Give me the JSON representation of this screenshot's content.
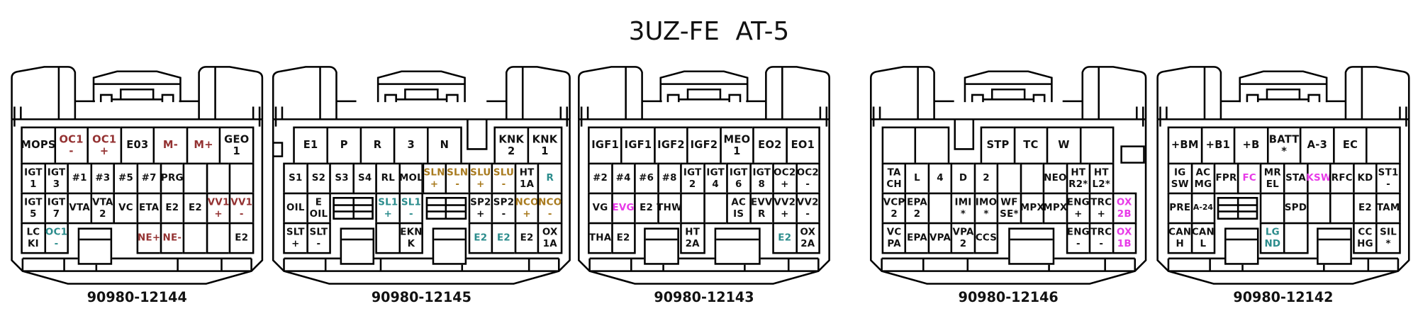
{
  "title": "3UZ-FE  AT-5",
  "colors": {
    "black": "#111111",
    "red": "#943232",
    "teal": "#2b8c8c",
    "gold": "#a87a1e",
    "magenta": "#e83ae8"
  },
  "connectors": [
    {
      "part_number": "90980-12144",
      "rows": [
        [
          "MOPS",
          {
            "t": "OC1\n-",
            "c": "red"
          },
          {
            "t": "OC1\n+",
            "c": "red"
          },
          "E03",
          {
            "t": "M-",
            "c": "red"
          },
          {
            "t": "M+",
            "c": "red"
          },
          "GEO\n1"
        ],
        [
          "IGT\n1",
          "IGT\n3",
          "#1",
          "#3",
          "#5",
          "#7",
          "PRG",
          "",
          "",
          ""
        ],
        [
          "IGT\n5",
          "IGT\n7",
          "VTA",
          "VTA\n2",
          "VC",
          "ETA",
          "E2",
          "E2",
          {
            "t": "VV1\n+",
            "c": "red"
          },
          {
            "t": "VV1\n-",
            "c": "red"
          }
        ],
        [
          "LC\nKI",
          {
            "t": "OC1\n-",
            "c": "teal"
          },
          {
            "t": "NE+",
            "c": "red"
          },
          {
            "t": "NE-",
            "c": "red"
          },
          "",
          "",
          "E2"
        ]
      ]
    },
    {
      "part_number": "90980-12145",
      "rows": [
        [
          "E1",
          "P",
          "R",
          "3",
          "N",
          "KNK\n2",
          "KNK\n1"
        ],
        [
          "S1",
          "S2",
          "S3",
          "S4",
          "RL",
          "MOL",
          {
            "t": "SLN\n+",
            "c": "gold"
          },
          {
            "t": "SLN\n-",
            "c": "gold"
          },
          {
            "t": "SLU\n+",
            "c": "gold"
          },
          {
            "t": "SLU\n-",
            "c": "gold"
          },
          "HT\n1A",
          {
            "t": "R",
            "c": "teal"
          }
        ],
        [
          "OIL",
          "E\nOIL",
          {
            "t": "SL1\n+",
            "c": "teal"
          },
          {
            "t": "SL1\n-",
            "c": "teal"
          },
          "SP2\n+",
          "SP2\n-",
          {
            "t": "NCO\n+",
            "c": "gold"
          },
          {
            "t": "NCO\n-",
            "c": "gold"
          }
        ],
        [
          "SLT\n+",
          "SLT\n-",
          "",
          "EKN\nK",
          {
            "t": "E2",
            "c": "teal"
          },
          {
            "t": "E2",
            "c": "teal"
          },
          "E2",
          "OX\n1A"
        ]
      ]
    },
    {
      "part_number": "90980-12143",
      "rows": [
        [
          "IGF1",
          "IGF1",
          "IGF2",
          "IGF2",
          "MEO\n1",
          "EO2",
          "EO1"
        ],
        [
          "#2",
          "#4",
          "#6",
          "#8",
          "IGT\n2",
          "IGT\n4",
          "IGT\n6",
          "IGT\n8",
          "OC2\n+",
          "OC2\n-"
        ],
        [
          "VG",
          {
            "t": "EVG",
            "c": "magenta"
          },
          "E2",
          "THW",
          "",
          "",
          "AC\nIS",
          "EVV\nR",
          "VV2\n+",
          "VV2\n-"
        ],
        [
          "THA",
          "E2",
          "HT\n2A",
          {
            "t": "E2",
            "c": "teal"
          },
          "OX\n2A"
        ]
      ]
    },
    {
      "part_number": "90980-12146",
      "rows": [
        [
          "",
          "",
          "STP",
          "TC",
          "W",
          ""
        ],
        [
          "TA\nCH",
          "L",
          "4",
          "D",
          "2",
          "",
          "",
          "NEO",
          "HT\nR2*",
          "HT\nL2*"
        ],
        [
          "VCP\n2",
          "EPA\n2",
          "",
          "IMI\n*",
          "IMO\n*",
          "WF\nSE*",
          "MPX",
          "MPX",
          "ENG\n+",
          "TRC\n+",
          {
            "t": "OX\n2B",
            "c": "magenta"
          }
        ],
        [
          "VC\nPA",
          "EPA",
          "VPA",
          "VPA\n2",
          "CCS",
          "ENG\n-",
          "TRC\n-",
          {
            "t": "OX\n1B",
            "c": "magenta"
          }
        ]
      ]
    },
    {
      "part_number": "90980-12142",
      "rows": [
        [
          "+BM",
          "+B1",
          "+B",
          "BATT\n*",
          "A-3",
          "EC",
          ""
        ],
        [
          "IG\nSW",
          "AC\nMG",
          "FPR",
          {
            "t": "FC",
            "c": "magenta"
          },
          "MR\nEL",
          "STA",
          {
            "t": "KSW",
            "c": "magenta"
          },
          "RFC",
          "KD",
          "ST1\n-"
        ],
        [
          "PRE",
          "A-24",
          "",
          "SPD",
          "",
          "",
          "E2",
          "TAM"
        ],
        [
          "CAN\nH",
          "CAN\nL",
          {
            "t": "LG\nND",
            "c": "teal"
          },
          "",
          "CC\nHG",
          "SIL\n*"
        ]
      ]
    }
  ]
}
